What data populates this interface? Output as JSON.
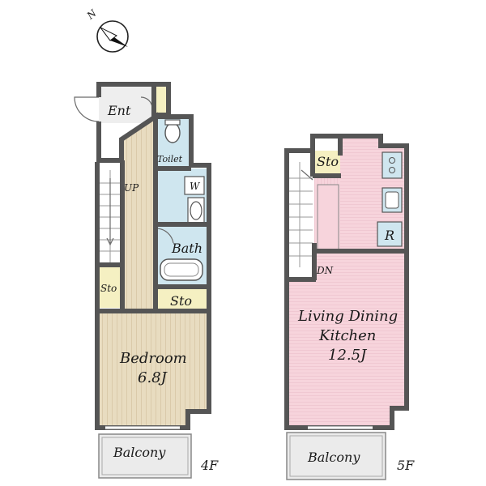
{
  "compass": {
    "north_label": "N"
  },
  "floors": {
    "floor4": {
      "floor_label": "4F",
      "rooms": {
        "entrance": "Ent",
        "toilet": "Toilet",
        "washer": "W",
        "bath": "Bath",
        "up": "UP",
        "storage_left": "Sto",
        "storage_bottom": "Sto",
        "bedroom": "Bedroom",
        "bedroom_size": "6.8J",
        "balcony": "Balcony"
      }
    },
    "floor5": {
      "floor_label": "5F",
      "rooms": {
        "storage": "Sto",
        "down": "DN",
        "refrigerator": "R",
        "ldk_line1": "Living Dining",
        "ldk_line2": "Kitchen",
        "ldk_size": "12.5J",
        "balcony": "Balcony"
      }
    }
  },
  "colors": {
    "wood_floor": "#e8dcc0",
    "wet_area": "#cfe6ef",
    "storage": "#f5f0c2",
    "ldk_floor": "#f7d4dc",
    "balcony": "#ebebeb",
    "wall": "#555555"
  }
}
